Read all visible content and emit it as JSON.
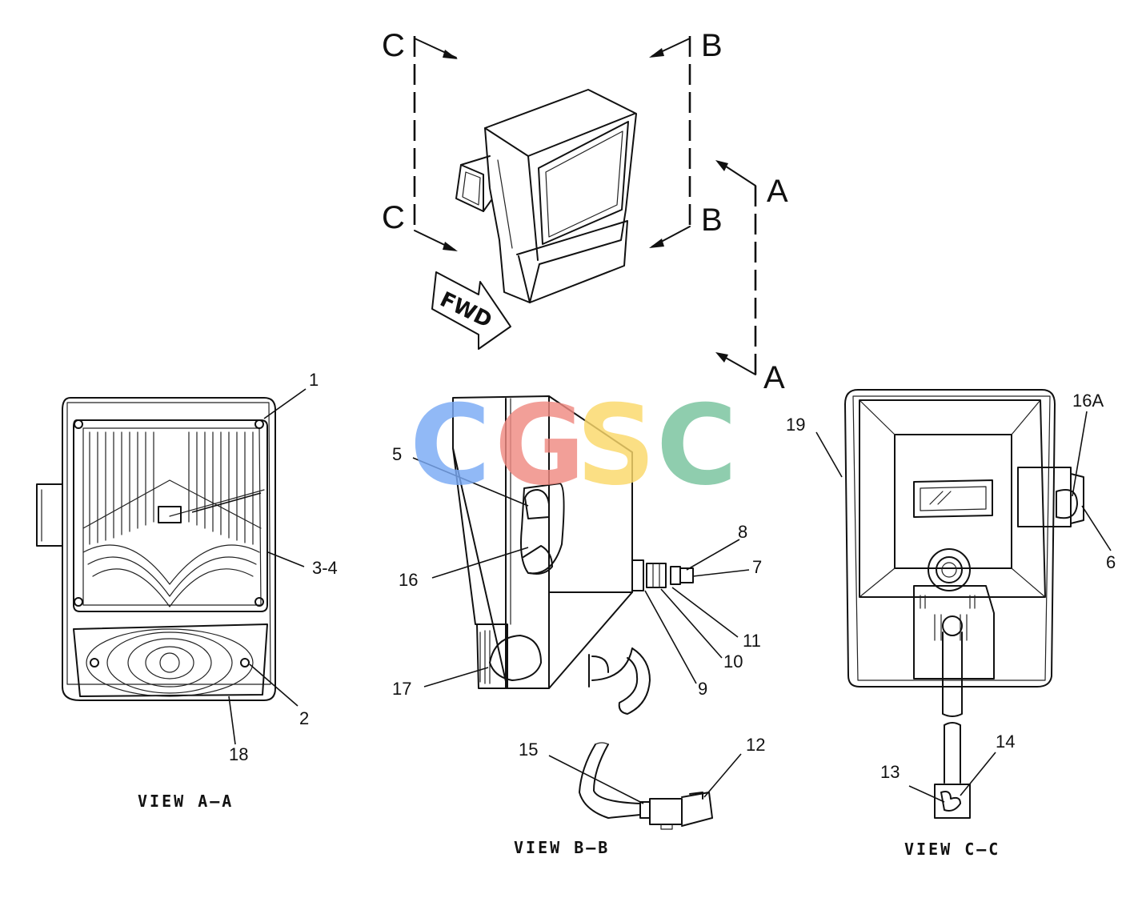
{
  "section_markers": {
    "c_top": "C",
    "c_bottom": "C",
    "b_top": "B",
    "b_bottom": "B",
    "a_top": "A",
    "a_bottom": "A"
  },
  "forward_arrow_label": "FWD",
  "watermark": {
    "letters": [
      "C",
      "G",
      "S",
      "C"
    ],
    "colors": [
      "#7aaaf5",
      "#f08a82",
      "#fbd86a",
      "#77c39d"
    ]
  },
  "views": {
    "a": {
      "title": "VIEW  A–A"
    },
    "b": {
      "title": "VIEW  B–B"
    },
    "c": {
      "title": "VIEW  C–C"
    }
  },
  "callouts": {
    "c1": "1",
    "c2": "2",
    "c3_4": "3-4",
    "c18": "18",
    "c5": "5",
    "c16": "16",
    "c17": "17",
    "c8": "8",
    "c7": "7",
    "c11": "11",
    "c10": "10",
    "c9": "9",
    "c15": "15",
    "c12": "12",
    "c19": "19",
    "c16a": "16A",
    "c6": "6",
    "c13": "13",
    "c14": "14"
  }
}
